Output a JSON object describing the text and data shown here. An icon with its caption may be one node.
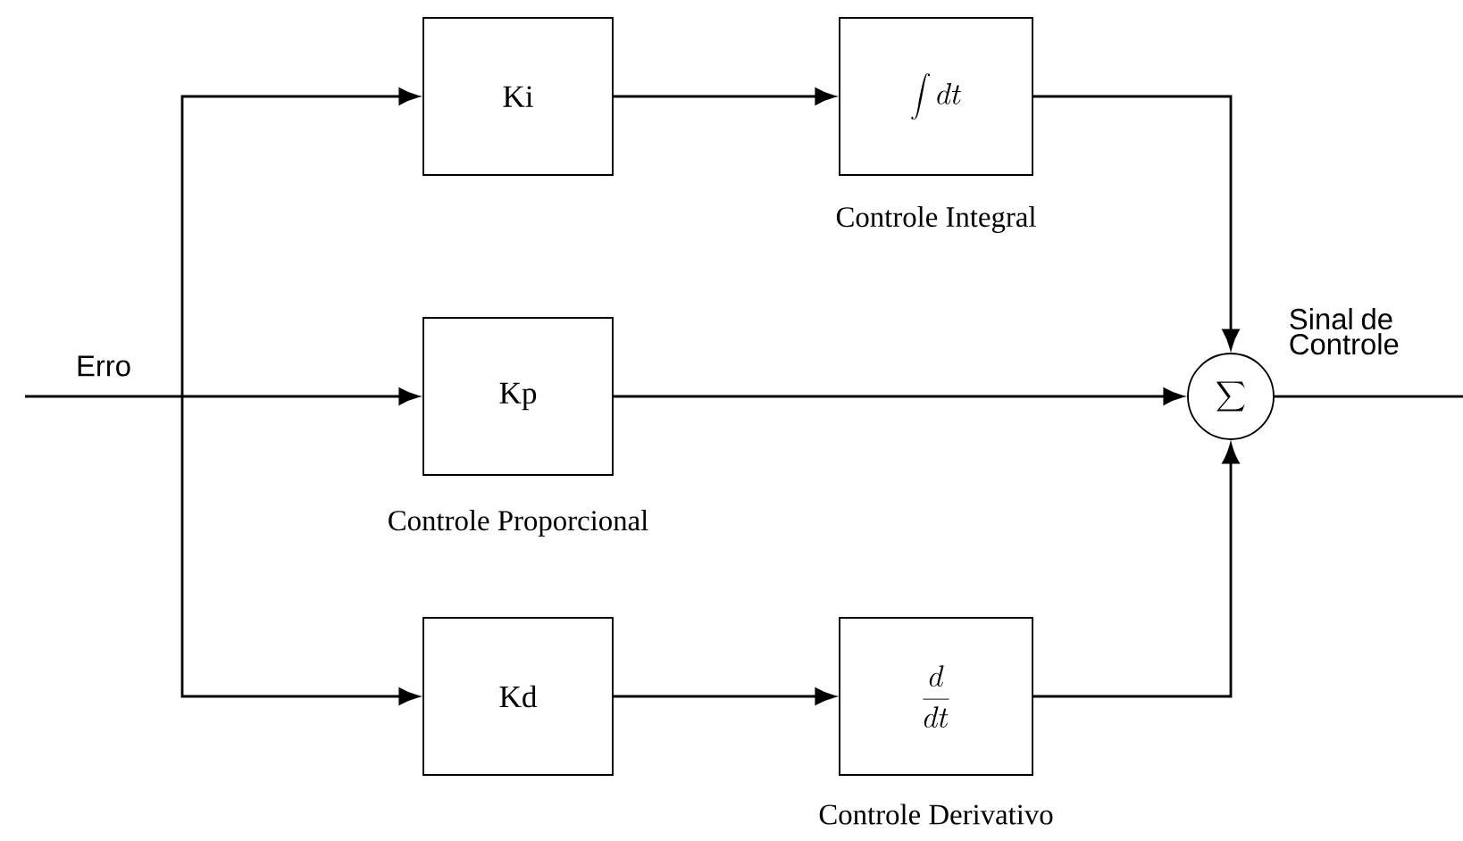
{
  "diagram": {
    "nodes": [
      {
        "text": [
          "Ki"
        ]
      },
      {
        "text": [
          "\\int dt"
        ],
        "beside": [
          "Controle Integral"
        ]
      },
      {
        "text": [
          "Kp"
        ],
        "beside": [
          "Controle Proporcional"
        ]
      },
      {
        "text": [
          "\\sum"
        ]
      },
      {
        "text": [
          "Kd"
        ]
      },
      {
        "text": [
          "\\frac{d}{dt}"
        ],
        "beside": [
          "Controle Derivativo"
        ]
      }
    ],
    "edges": [
      {
        "from": null,
        "to": 0,
        "arrow": "to"
      },
      {
        "from": null,
        "to": 2,
        "arrow": "to",
        "label": "Erro"
      },
      {
        "from": null,
        "to": 4,
        "arrow": "to"
      },
      {
        "from": 0,
        "to": 1,
        "arrow": "to"
      },
      {
        "from": 2,
        "to": 3,
        "arrow": "to"
      },
      {
        "from": 4,
        "to": 5,
        "arrow": "to"
      },
      {
        "from": 1,
        "to": 3,
        "arrow": "to"
      },
      {
        "from": 5,
        "to": 3,
        "arrow": "to"
      },
      {
        "from": 3,
        "to": null,
        "arrow": "none",
        "label": "Sinal de Controle"
      }
    ]
  }
}
